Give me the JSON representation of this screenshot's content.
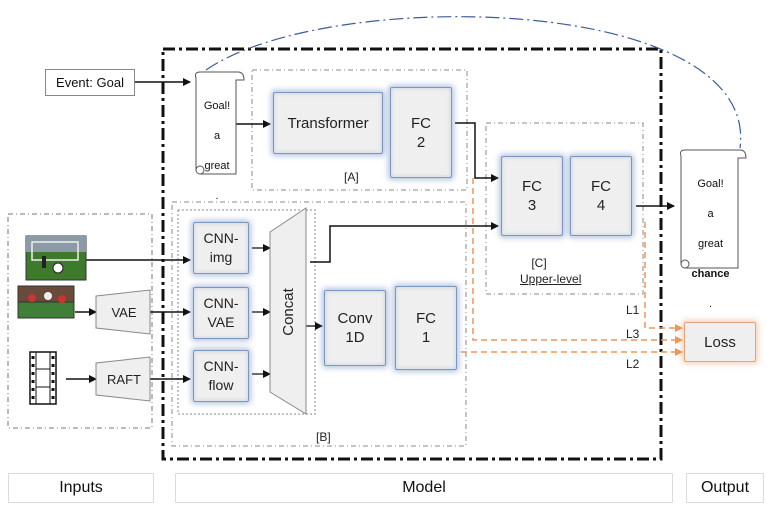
{
  "event_label": "Event: Goal",
  "input_caption": {
    "line1": "Goal!",
    "line2": "a",
    "line3": "great",
    "line4": ".",
    "line5": "."
  },
  "output_caption": {
    "line1": "Goal!",
    "line2": "a",
    "line3": "great",
    "line4": "chance",
    "line5": ".",
    "line6": "."
  },
  "blocks": {
    "transformer": "Transformer",
    "fc2": "FC\n2",
    "fc3": "FC\n3",
    "fc4": "FC\n4",
    "cnn_img": "CNN-\nimg",
    "cnn_vae": "CNN-\nVAE",
    "cnn_flow": "CNN-\nflow",
    "concat": "Concat",
    "conv1d": "Conv\n1D",
    "fc1": "FC\n1",
    "vae": "VAE",
    "raft": "RAFT",
    "loss": "Loss"
  },
  "group_labels": {
    "a": "[A]",
    "b": "[B]",
    "c": "[C]",
    "c_sub": "Upper-level"
  },
  "loss_labels": {
    "l1": "L1",
    "l2": "L2",
    "l3": "L3"
  },
  "footer": {
    "inputs": "Inputs",
    "model": "Model",
    "output": "Output"
  },
  "colors": {
    "loss_path": "#f0955a",
    "arrow": "#111111",
    "loop_path": "#3a5d9c",
    "glow": "#7d96bf"
  }
}
